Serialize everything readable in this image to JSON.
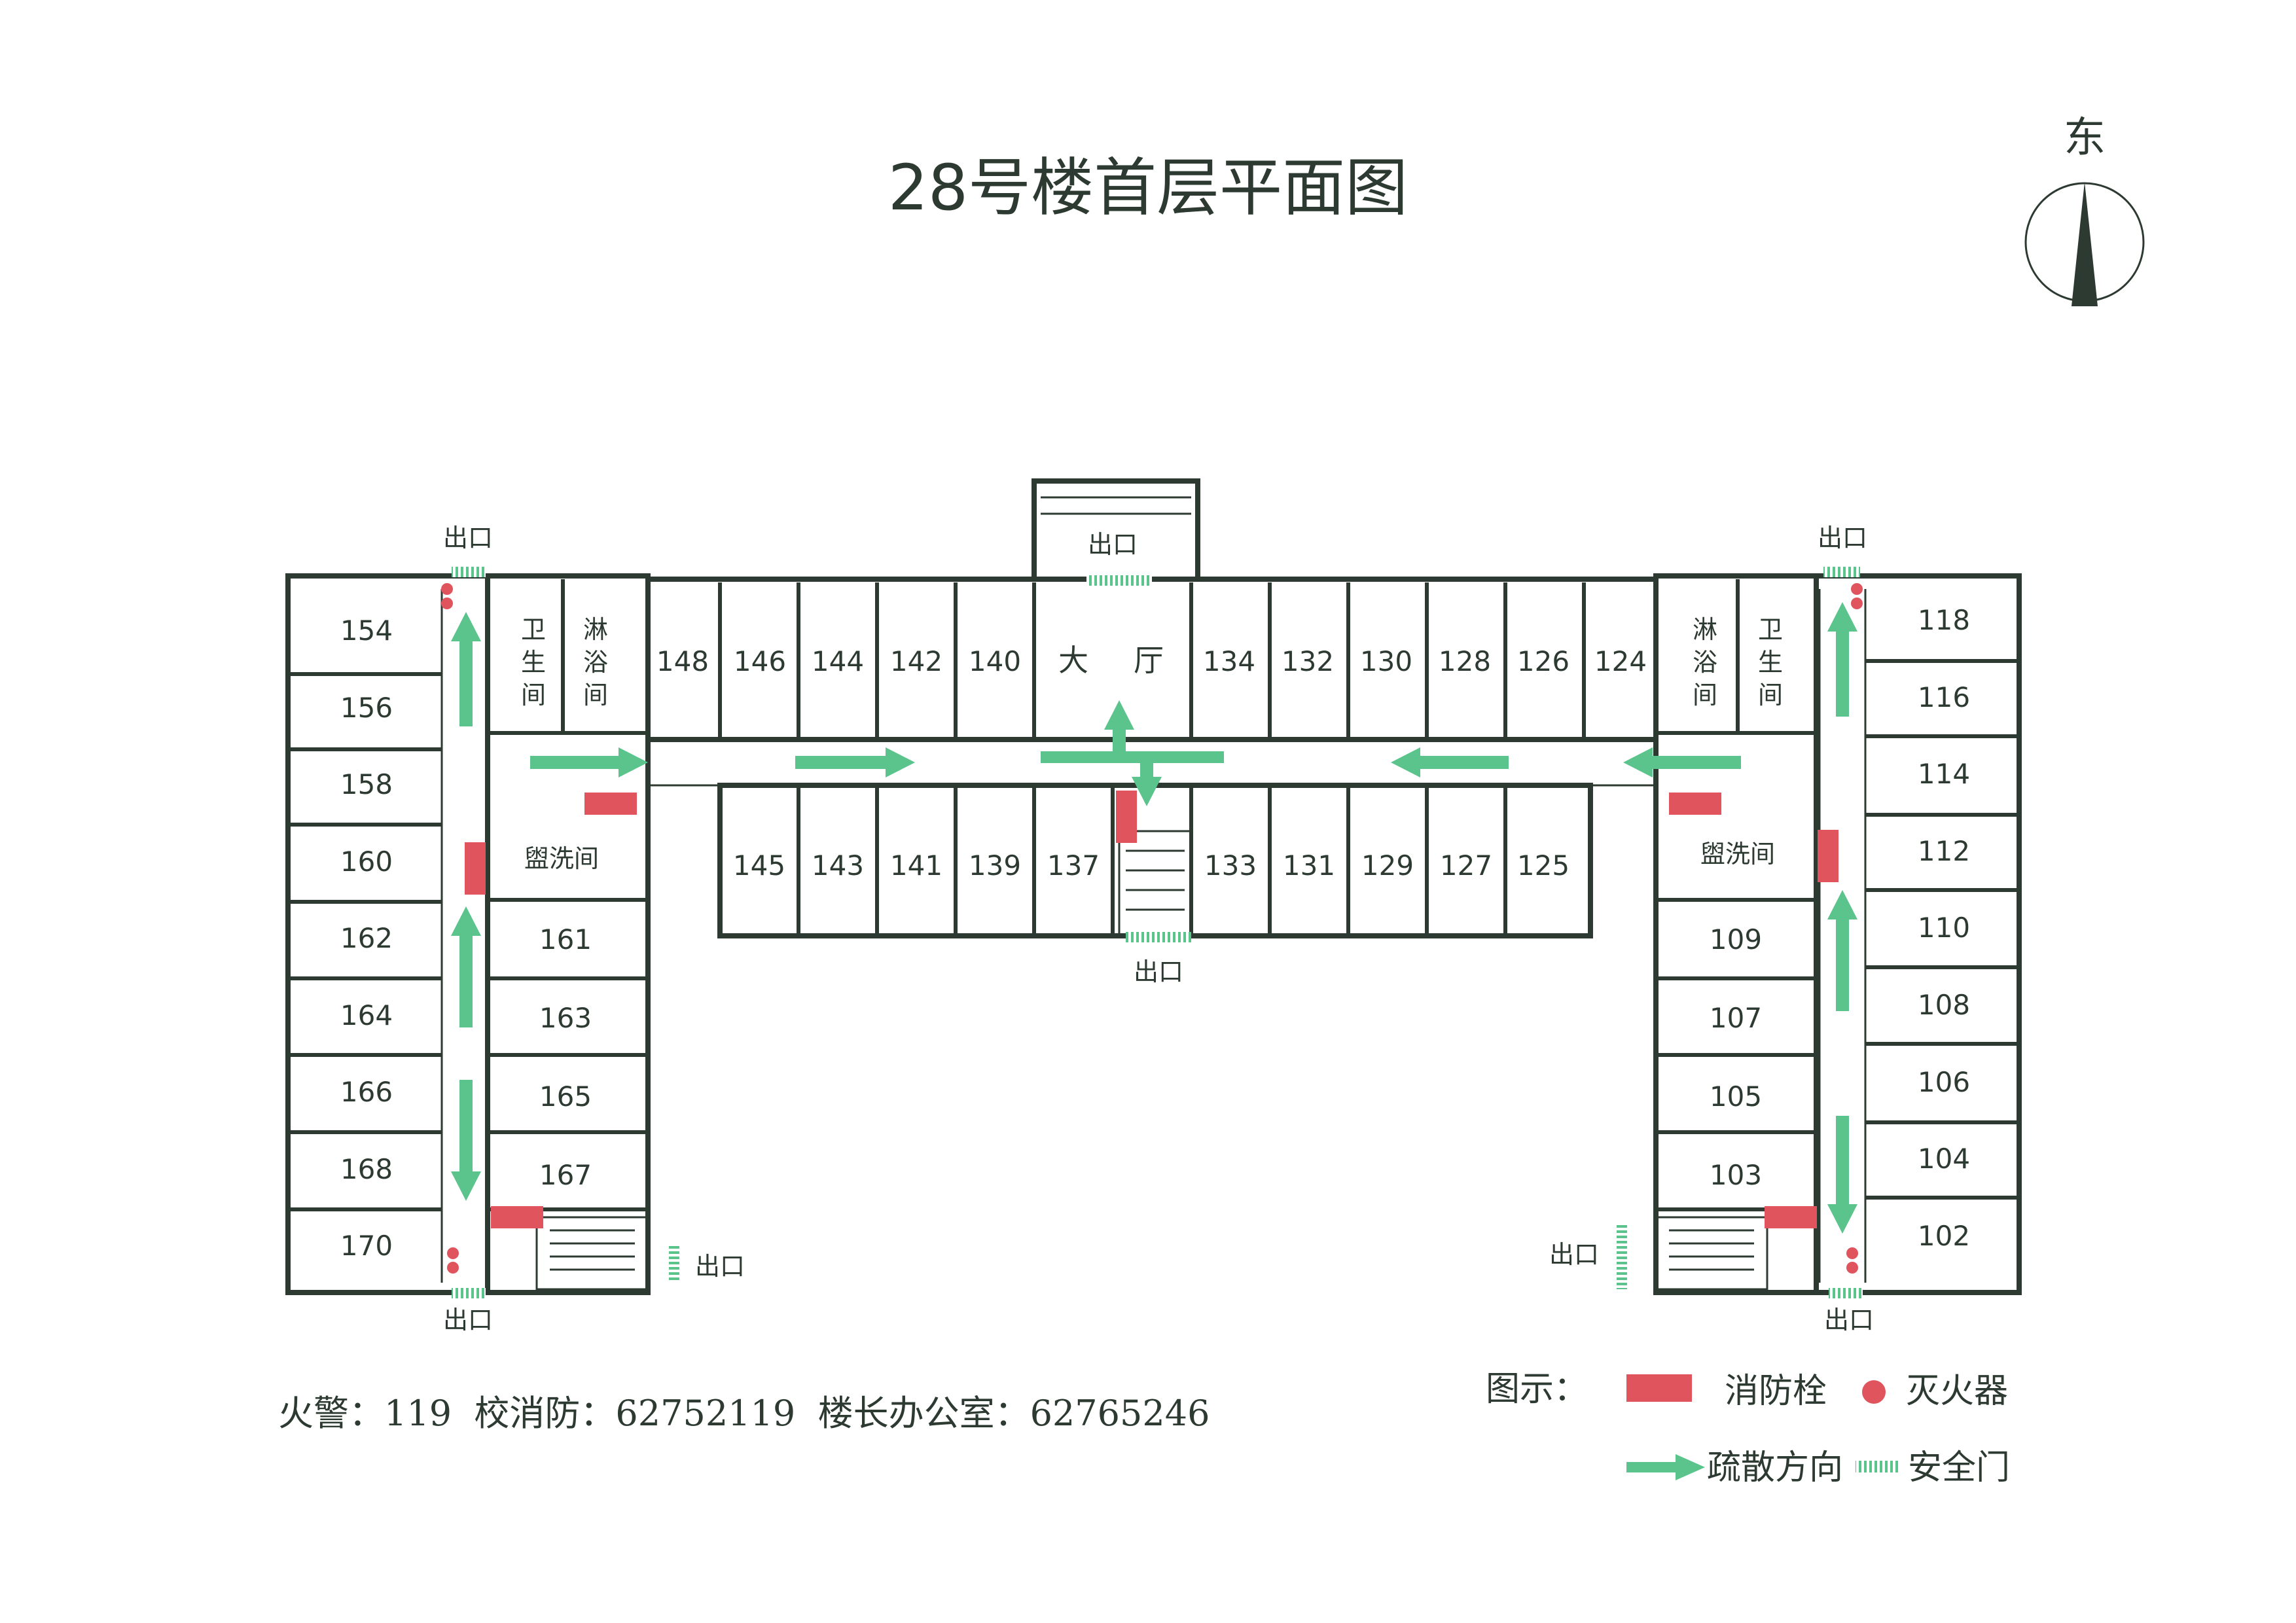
{
  "title": "28号楼首层平面图",
  "compass": {
    "label": "东"
  },
  "exit_label": "出口",
  "hall_label": [
    "大",
    "厅"
  ],
  "restroom_label": [
    "卫",
    "生",
    "间"
  ],
  "shower_label": [
    "淋",
    "浴",
    "间"
  ],
  "washroom_label": "盥洗间",
  "rooms": {
    "west_outer": [
      "154",
      "156",
      "158",
      "160",
      "162",
      "164",
      "166",
      "168",
      "170"
    ],
    "west_inner": [
      "161",
      "163",
      "165",
      "167"
    ],
    "north_row_west": [
      "148",
      "146",
      "144",
      "142",
      "140"
    ],
    "north_row_east": [
      "134",
      "132",
      "130",
      "128",
      "126",
      "124"
    ],
    "south_row_west": [
      "145",
      "143",
      "141",
      "139",
      "137"
    ],
    "south_row_east": [
      "133",
      "131",
      "129",
      "127",
      "125"
    ],
    "east_outer": [
      "118",
      "116",
      "114",
      "112",
      "110",
      "108",
      "106",
      "104",
      "102"
    ],
    "east_inner": [
      "109",
      "107",
      "105",
      "103"
    ]
  },
  "contacts": "火警：119  校消防：62752119  楼长办公室：62765246",
  "legend": {
    "title": "图示：",
    "hydrant": "消防栓",
    "extinguisher": "灭火器",
    "evacuation": "疏散方向",
    "safety_door": "安全门"
  },
  "colors": {
    "wall": "#2d3a31",
    "hydrant": "#e0545e",
    "extinguisher": "#e0545e",
    "arrow": "#5ac48c",
    "door": "#5ac48c"
  }
}
